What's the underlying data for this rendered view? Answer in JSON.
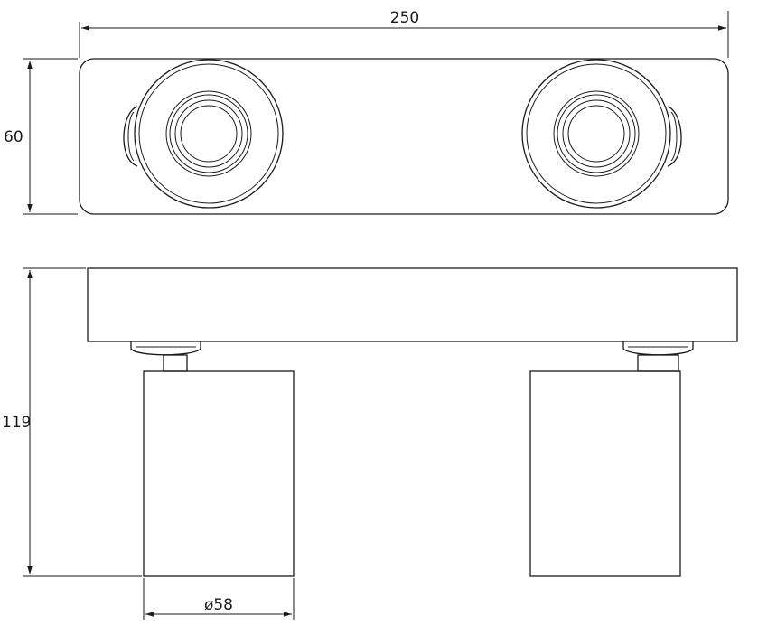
{
  "dimensions": {
    "width": "250",
    "depth": "60",
    "height": "119",
    "diameter": "ø58"
  },
  "views": {
    "top_view": "top-view",
    "front_view": "front-view"
  },
  "colors": {
    "line": "#1a1a1a",
    "background": "#ffffff"
  }
}
